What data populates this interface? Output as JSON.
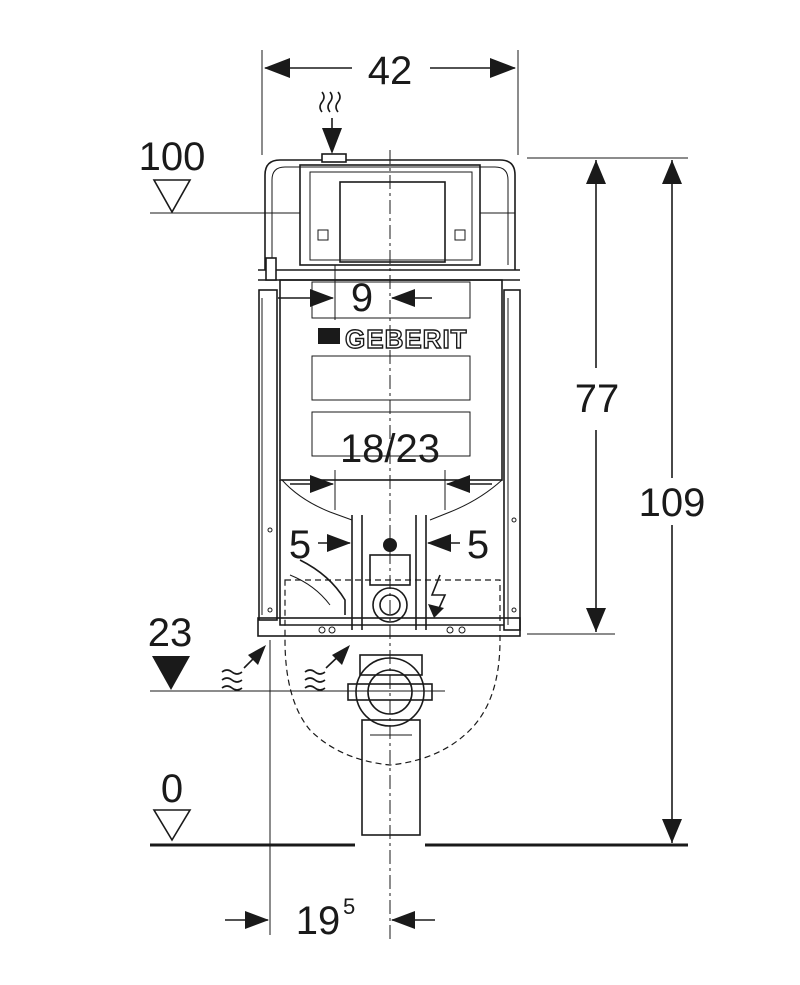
{
  "brand": {
    "name": "GEBERIT"
  },
  "dimensions": {
    "width_top": "42",
    "flush_plate_offset": "9",
    "spacing_mid": "18/23",
    "left_gap": "5",
    "right_gap": "5",
    "frame_height": "77",
    "total_height": "109",
    "bottom_offset_main": "19",
    "bottom_offset_sup": "5"
  },
  "levels": {
    "top": "100",
    "mid": "23",
    "floor": "0"
  },
  "colors": {
    "ink": "#1a1a1a",
    "paper": "#ffffff"
  }
}
